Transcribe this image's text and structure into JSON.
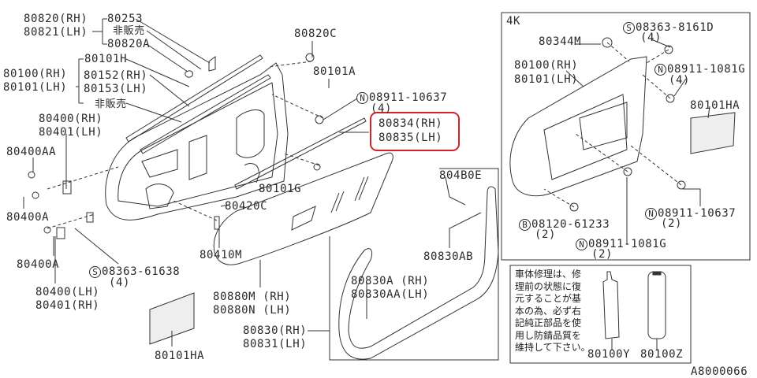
{
  "diagram_id": "A8000066",
  "highlight_color": "#d0242a",
  "main": {
    "labels": {
      "p80820": [
        "80820(RH)",
        "80821(LH)"
      ],
      "p80253": "80253",
      "not_sold_1": "非販売",
      "p80820A": "80820A",
      "p80820C": "80820C",
      "p80101H": "80101H",
      "p80100": [
        "80100(RH)",
        "80101(LH)"
      ],
      "p80152": [
        "80152(RH)",
        "80153(LH)"
      ],
      "not_sold_2": "非販売",
      "p80101A": "80101A",
      "n08911_10637": {
        "symbol": "N",
        "code": "08911-10637",
        "qty": "(4)"
      },
      "p80834": [
        "80834(RH)",
        "80835(LH)"
      ],
      "p80400": [
        "80400(RH)",
        "80401(LH)"
      ],
      "p80400AA": "80400AA",
      "p80101G": "80101G",
      "p804B0E": "804B0E",
      "p80420C": "80420C",
      "p80400A_1": "80400A",
      "p80410M": "80410M",
      "p80830AB": "80830AB",
      "p80400A_2": "80400A",
      "s08363_61638": {
        "symbol": "S",
        "code": "08363-61638",
        "qty": "(4)"
      },
      "p80830A": [
        "80830A (RH)",
        "80830AA(LH)"
      ],
      "p80400LH": [
        "80400(LH)",
        "80401(RH)"
      ],
      "p80880": [
        "80880M (RH)",
        "80880N (LH)"
      ],
      "p80830": [
        "80830(RH)",
        "80831(LH)"
      ],
      "p80101HA": "80101HA"
    }
  },
  "inset_4k": {
    "title": "4K",
    "p80344M": "80344M",
    "s08363_8161D": {
      "symbol": "S",
      "code": "08363-8161D",
      "qty": "(4)"
    },
    "p80100": [
      "80100(RH)",
      "80101(LH)"
    ],
    "n08911_1081G_top": {
      "symbol": "N",
      "code": "08911-1081G",
      "qty": "(4)"
    },
    "p80101HA": "80101HA",
    "b08120_61233": {
      "symbol": "B",
      "code": "08120-61233",
      "qty": "(2)"
    },
    "n08911_10637": {
      "symbol": "N",
      "code": "08911-10637",
      "qty": "(2)"
    },
    "n08911_1081G_bottom": {
      "symbol": "N",
      "code": "08911-1081G",
      "qty": "(2)"
    }
  },
  "repair_note": {
    "lines": [
      "車体修理は、修",
      "理前の状態に復",
      "元することが基",
      "本の為、必ず右",
      "記純正部品を使",
      "用し防錆品質を",
      "維持して下さい。"
    ],
    "p80100Y": "80100Y",
    "p80100Z": "80100Z"
  }
}
